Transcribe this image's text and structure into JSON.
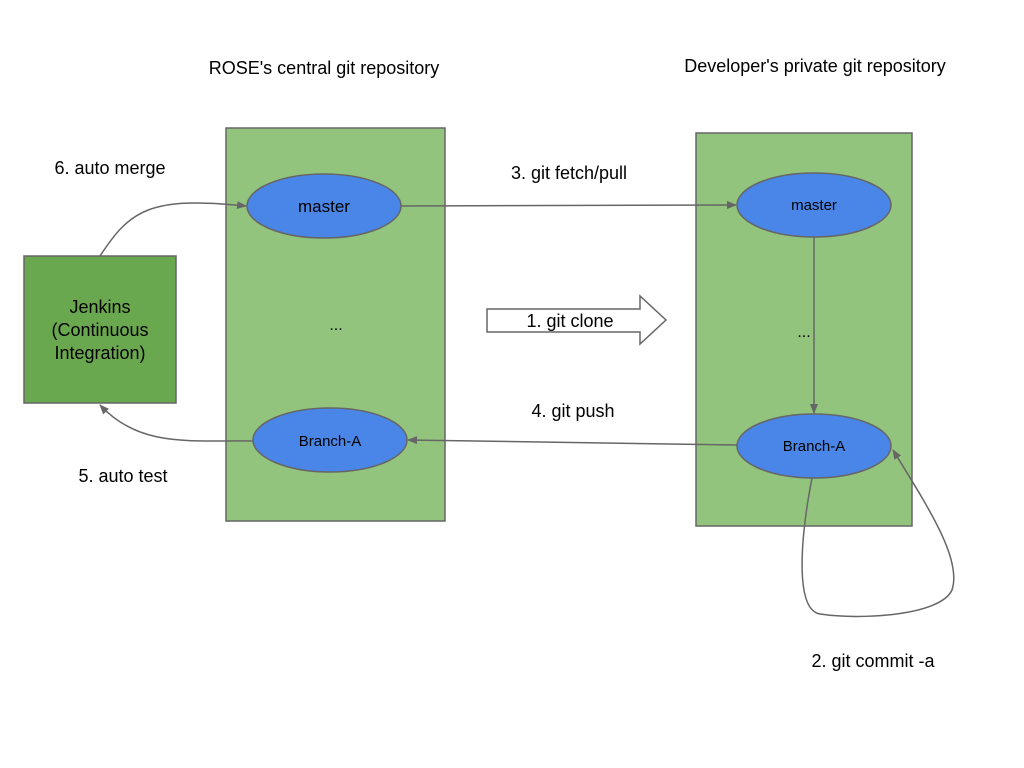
{
  "titles": {
    "central_repo": "ROSE's central git repository",
    "private_repo": "Developer's private git repository"
  },
  "central": {
    "master": "master",
    "ellipsis": "...",
    "branch": "Branch-A"
  },
  "private": {
    "master": "master",
    "ellipsis": "...",
    "branch": "Branch-A"
  },
  "jenkins": {
    "line1": "Jenkins",
    "line2": "(Continuous",
    "line3": "Integration)"
  },
  "steps": {
    "clone": "1. git clone",
    "commit": "2. git commit -a",
    "fetch": "3. git fetch/pull",
    "push": "4. git push",
    "test": "5. auto test",
    "merge": "6. auto merge"
  },
  "colors": {
    "repo_fill": "#93c47d",
    "repo_stroke": "#666666",
    "node_fill": "#4a86e8",
    "jenkins_fill": "#6aa84f",
    "arrow": "#666666"
  }
}
